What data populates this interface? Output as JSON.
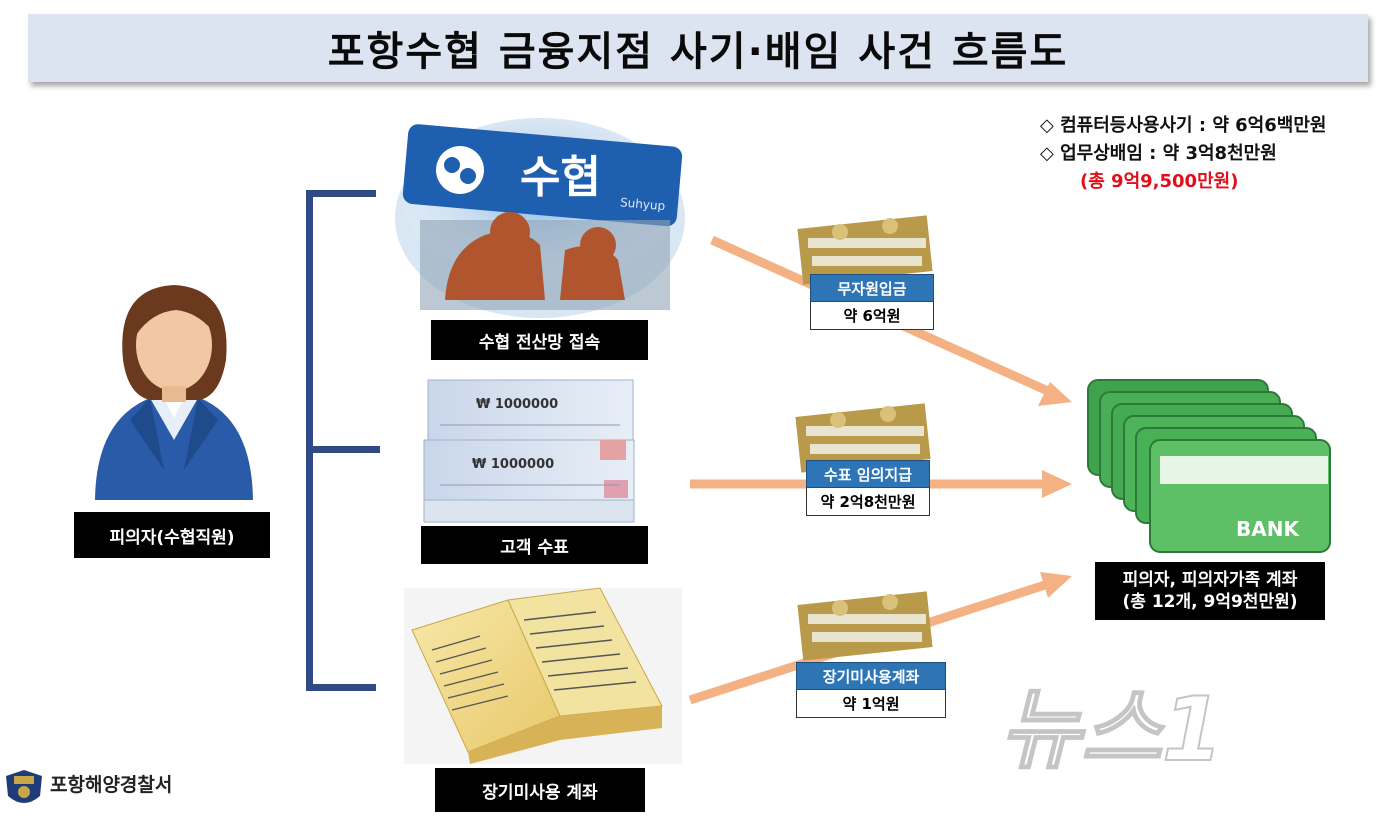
{
  "title": "포항수협 금융지점 사기·배임 사건 흐름도",
  "legend": {
    "line1": "◇ 컴퓨터등사용사기 : 약 6억6백만원",
    "line2": "◇ 업무상배임 : 약 3억8천만원",
    "total": "(총 9억9,500만원)"
  },
  "suspect": {
    "label": "피의자(수협직원)"
  },
  "methods": [
    {
      "label": "수협 전산망 접속",
      "tag": "무자원입금",
      "amount": "약 6억원"
    },
    {
      "label": "고객 수표",
      "tag": "수표 임의지급",
      "amount": "약 2억8천만원"
    },
    {
      "label": "장기미사용 계좌",
      "tag": "장기미사용계좌",
      "amount": "약 1억원"
    }
  ],
  "images": {
    "suhyup_sign": "수협",
    "suhyup_sub": "Suhyup",
    "check_amount": "₩ 1000000",
    "bank_text": "BANK"
  },
  "destination": {
    "line1": "피의자, 피의자가족 계좌",
    "line2": "(총 12개, 9억9천만원)"
  },
  "footer": {
    "org": "포항해양경찰서"
  },
  "watermark": "뉴스1",
  "colors": {
    "arrow": "#f4b183",
    "bracket": "#2f4a86",
    "tag": "#2e75b6",
    "total": "#e0101a"
  }
}
